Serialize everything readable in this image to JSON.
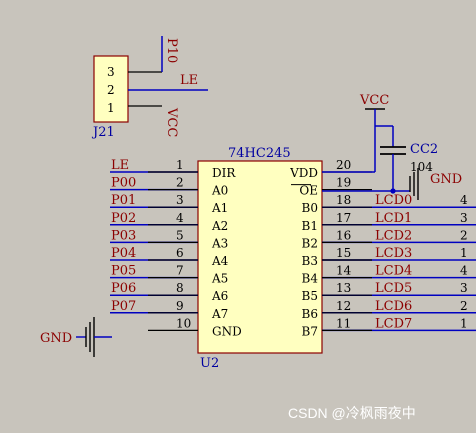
{
  "j21": {
    "ref": "J21",
    "pin3": "3",
    "pin2": "2",
    "pin1": "1",
    "net_p10": "P10",
    "net_le": "LE",
    "net_vcc": "VCC"
  },
  "chip": {
    "part": "74HC245",
    "ref": "U2",
    "left_pins": [
      {
        "net": "LE",
        "num": "1",
        "name": "DIR"
      },
      {
        "net": "P00",
        "num": "2",
        "name": "A0"
      },
      {
        "net": "P01",
        "num": "3",
        "name": "A1"
      },
      {
        "net": "P02",
        "num": "4",
        "name": "A2"
      },
      {
        "net": "P03",
        "num": "5",
        "name": "A3"
      },
      {
        "net": "P04",
        "num": "6",
        "name": "A4"
      },
      {
        "net": "P05",
        "num": "7",
        "name": "A5"
      },
      {
        "net": "P06",
        "num": "8",
        "name": "A6"
      },
      {
        "net": "P07",
        "num": "9",
        "name": "A7"
      },
      {
        "net": "",
        "num": "10",
        "name": "GND"
      }
    ],
    "right_pins": [
      {
        "name": "VDD",
        "num": "20",
        "net": "",
        "far": ""
      },
      {
        "name": "OE",
        "num": "19",
        "net": "",
        "far": ""
      },
      {
        "name": "B0",
        "num": "18",
        "net": "LCD0",
        "far": "4"
      },
      {
        "name": "B1",
        "num": "17",
        "net": "LCD1",
        "far": "3"
      },
      {
        "name": "B2",
        "num": "16",
        "net": "LCD2",
        "far": "2"
      },
      {
        "name": "B3",
        "num": "15",
        "net": "LCD3",
        "far": "1"
      },
      {
        "name": "B4",
        "num": "14",
        "net": "LCD4",
        "far": "4"
      },
      {
        "name": "B5",
        "num": "13",
        "net": "LCD5",
        "far": "3"
      },
      {
        "name": "B6",
        "num": "12",
        "net": "LCD6",
        "far": "2"
      },
      {
        "name": "B7",
        "num": "11",
        "net": "LCD7",
        "far": "1"
      }
    ]
  },
  "power": {
    "vcc": "VCC",
    "gnd_left": "GND",
    "gnd_right": "GND"
  },
  "cap": {
    "ref": "CC2",
    "value": "104"
  },
  "watermark": "CSDN @冷枫雨夜中",
  "colors": {
    "wire_blue": "#0000c0",
    "net_red": "#8b0000",
    "chip_fill": "#ffffc0",
    "text_blue": "#0000a0"
  }
}
